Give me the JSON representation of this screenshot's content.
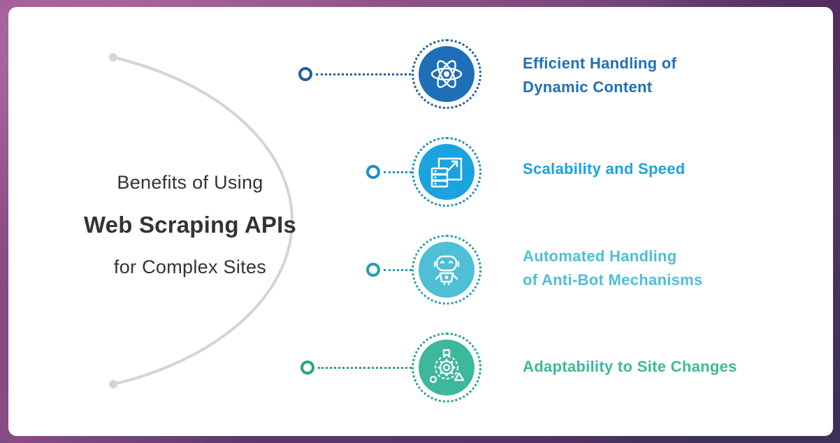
{
  "title": {
    "line1": "Benefits of Using",
    "line2": "Web Scraping APIs",
    "line3": "for Complex Sites"
  },
  "items": [
    {
      "label": "Efficient Handling of\nDynamic Content",
      "icon": "atom-icon",
      "color": "#1f6fb8",
      "node_color": "#1f5f9f"
    },
    {
      "label": "Scalability and Speed",
      "icon": "server-scale-icon",
      "color": "#1aa3df",
      "node_color": "#1f8fc0"
    },
    {
      "label": "Automated Handling\nof Anti-Bot Mechanisms",
      "icon": "robot-icon",
      "color": "#4dbfd6",
      "node_color": "#24a0a8"
    },
    {
      "label": "Adaptability to Site Changes",
      "icon": "gear-shapes-icon",
      "color": "#3db89a",
      "node_color": "#2aa383"
    }
  ],
  "colors": {
    "arc": "#d4d4d4",
    "title_text": "#333333",
    "card_bg": "#ffffff"
  }
}
